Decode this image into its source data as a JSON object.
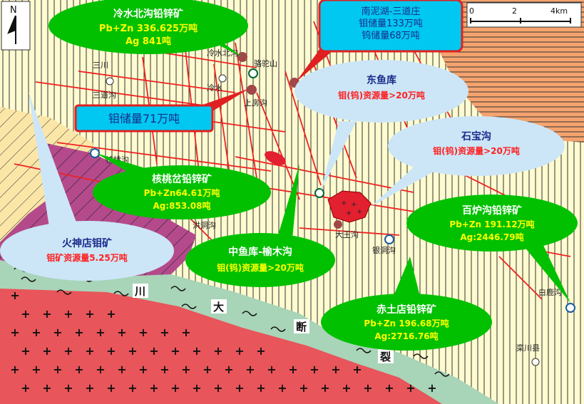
{
  "map": {
    "north_arrow": {
      "letter": "N"
    },
    "scale_bar": {
      "ticks": [
        "0",
        "2",
        "4km"
      ]
    },
    "places": {
      "sanchuan": "三川",
      "sandaogou": "三道沟",
      "lenggou": "冷水北沟",
      "luotuoshan": "骆驼山",
      "lengshui": "冷水",
      "shangfanggou": "上房沟",
      "taogou": "核桃沟",
      "honggou": "洪洞沟",
      "dawanggou": "大王沟",
      "yindonggou": "银洞沟",
      "bailugou": "白鹿沟",
      "luanchuan": "栾川县"
    },
    "fault_chars": [
      "川",
      "大",
      "断",
      "裂"
    ],
    "callouts": {
      "lengshuibeigou": {
        "title": "冷水北沟铅锌矿",
        "line1": "Pb+Zn 336.625万吨",
        "line2": "Ag 841吨"
      },
      "nannihu": {
        "title": "南泥湖-三道庄",
        "line1": "钼储量133万吨",
        "line2": "钨储量68万吨"
      },
      "molybdenum_box": {
        "text": "钼储量71万吨"
      },
      "dongyuku": {
        "title": "东鱼库",
        "line1": "钼(钨)资源量>20万吨"
      },
      "shibaogou": {
        "title": "石宝沟",
        "line1": "钼(钨)资源量>20万吨"
      },
      "hetaocha": {
        "title": "核桃岔铅锌矿",
        "line1": "Pb+Zn64.61万吨",
        "line2": "Ag:853.08吨"
      },
      "huoshendian": {
        "title": "火神店钼矿",
        "line1": "钼矿资源量5.25万吨"
      },
      "zhongyuku": {
        "title": "中鱼库-榆木沟",
        "line1": "钼(钨)资源量>20万吨"
      },
      "bailugou_mine": {
        "title": "百炉沟铅锌矿",
        "line1": "Pb+Zn 191.12万吨",
        "line2": "Ag:2446.79吨"
      },
      "chitudian": {
        "title": "赤土店铅锌矿",
        "line1": "Pb+Zn 196.68万吨",
        "line2": "Ag:2716.76吨"
      }
    },
    "colors": {
      "green_callout": "#00c000",
      "blue_callout": "#cce6f7",
      "cyan_box": "#00c8f0",
      "red_border": "#e02020",
      "yellow_text": "#ffff00",
      "red_text": "#ff2020",
      "dark_blue_text": "#1a2a8c"
    }
  }
}
